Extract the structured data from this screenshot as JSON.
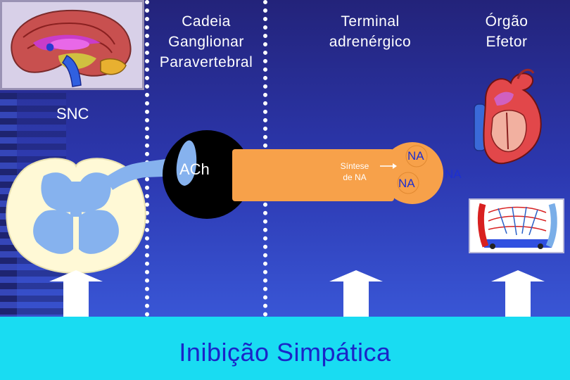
{
  "labels": {
    "chain_line1": "Cadeia",
    "chain_line2": "Ganglionar",
    "chain_line3": "Paravertebral",
    "terminal_line1": "Terminal",
    "terminal_line2": "adrenérgico",
    "organ_line1": "Órgão",
    "organ_line2": "Efetor",
    "snc": "SNC",
    "ach": "ACh",
    "synthesis_line1": "Síntese",
    "synthesis_line2": "de NA",
    "na_vesicle_top": "NA",
    "na_vesicle_bottom": "NA",
    "na_released": "NA"
  },
  "footer": {
    "title": "Inibição Simpática"
  },
  "colors": {
    "background_top": "#23237a",
    "background_bottom": "#3f63e6",
    "axon_orange": "#f7a14a",
    "footer_bar": "#19dcf2",
    "footer_text": "#1a25c8",
    "spinal_cream": "#fff9d6",
    "spinal_grey_matter": "#86b2ee"
  },
  "icons": [
    "brain-illustration",
    "heart-illustration",
    "blood-vessel-illustration",
    "up-arrow-icon"
  ]
}
